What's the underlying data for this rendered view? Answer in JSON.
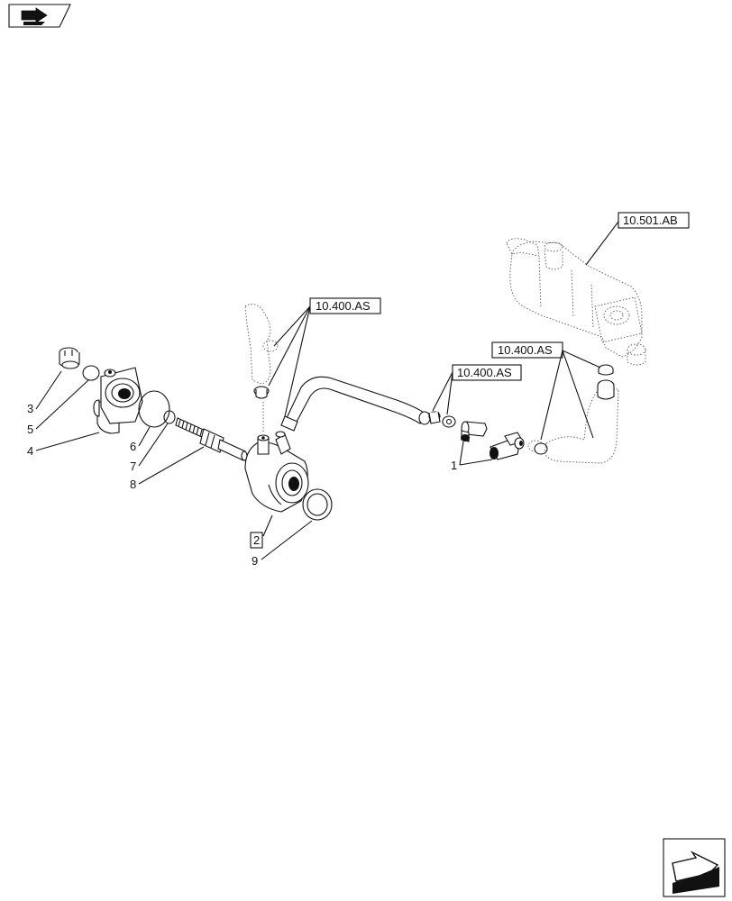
{
  "references": {
    "coolant_pipe_a": "10.400.AS",
    "coolant_pipe_b": "10.400.AS",
    "coolant_pipe_c": "10.400.AS",
    "egr_cooler": "10.501.AB"
  },
  "callouts": {
    "c1": "1",
    "c2": "2",
    "c3": "3",
    "c4": "4",
    "c5": "5",
    "c6": "6",
    "c7": "7",
    "c8": "8",
    "c9": "9"
  },
  "icons": {
    "top_left": "page-back-arrow-icon",
    "bottom_right": "page-forward-arrow-icon"
  }
}
